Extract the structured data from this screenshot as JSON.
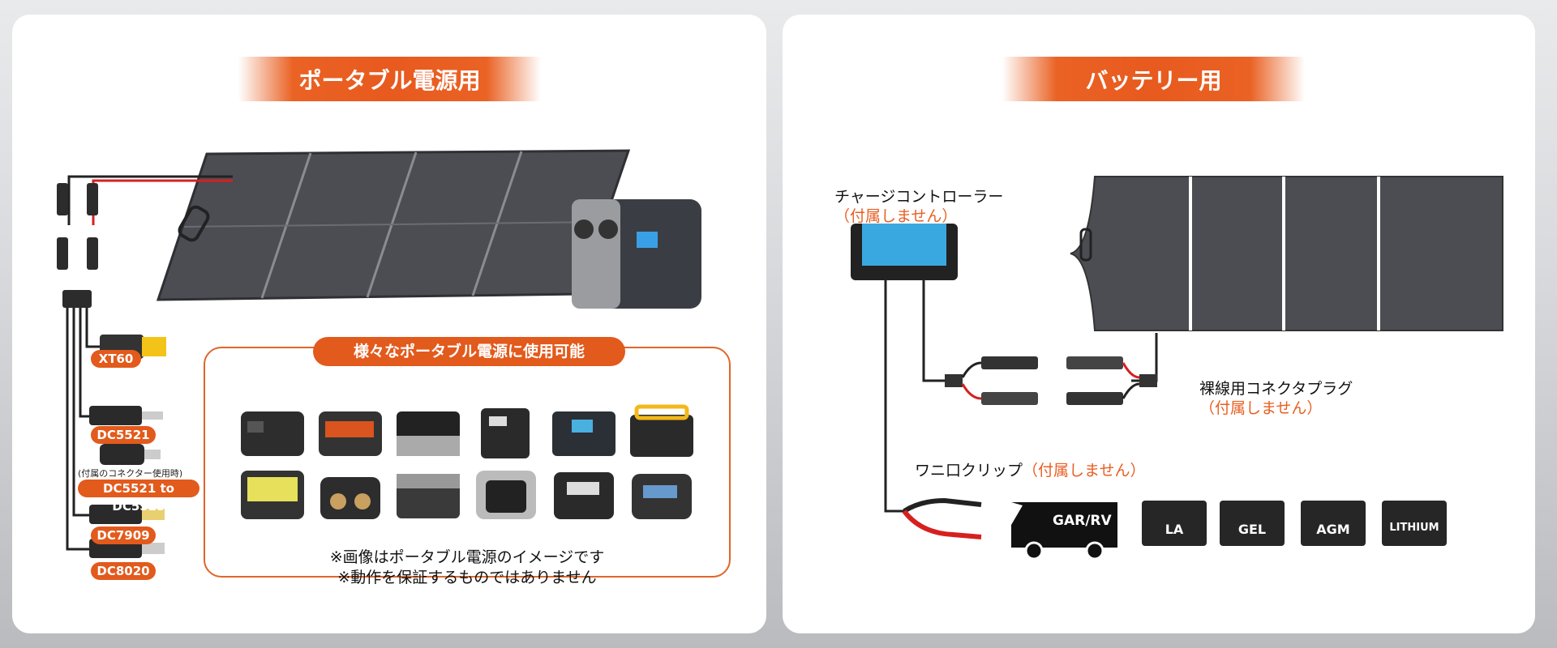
{
  "left_panel": {
    "title": "ポータブル電源用",
    "connectors": [
      {
        "label": "XT60"
      },
      {
        "label": "DC5521"
      },
      {
        "label": "DC5521 to DC5525",
        "note": "(付属のコネクター使用時)"
      },
      {
        "label": "DC7909"
      },
      {
        "label": "DC8020"
      }
    ],
    "compat_box": {
      "title": "様々なポータブル電源に使用可能",
      "notes": [
        "※画像はポータブル電源のイメージです",
        "※動作を保証するものではありません"
      ]
    }
  },
  "right_panel": {
    "title": "バッテリー用",
    "charge_controller": {
      "label": "チャージコントローラー",
      "note": "（付属しません）"
    },
    "plug": {
      "label": "裸線用コネクタプラグ",
      "note": "（付属しません）"
    },
    "clip": {
      "label": "ワニ口クリップ",
      "note": "（付属しません）"
    },
    "van_label": "GAR/RV",
    "batteries": [
      "LA",
      "GEL",
      "AGM",
      "LITHIUM"
    ]
  },
  "colors": {
    "accent": "#e25a1c",
    "panel": "#4a4c52"
  }
}
